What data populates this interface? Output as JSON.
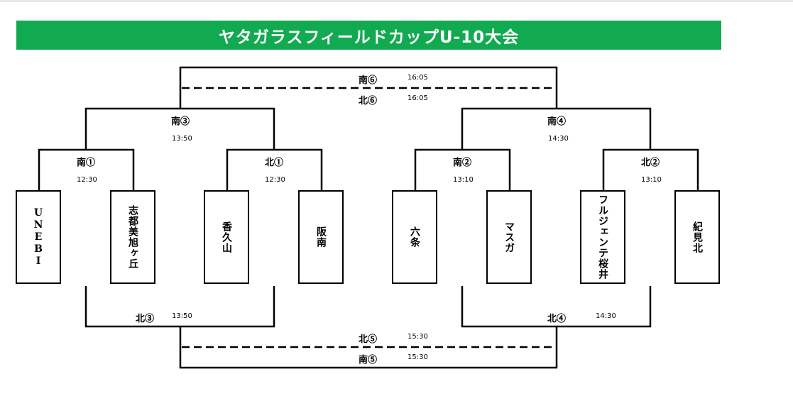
{
  "title": "ヤタガラスフィールドカップU-10大会",
  "teams": [
    "UNEBI",
    "志都美旭ヶ丘",
    "香久山",
    "阪南",
    "六条",
    "マスガ",
    "フルジェンテ桜井",
    "紀見北"
  ],
  "matches": {
    "s1": {
      "label": "南①",
      "time": "12:30"
    },
    "n1": {
      "label": "北①",
      "time": "12:30"
    },
    "s2": {
      "label": "南②",
      "time": "13:10"
    },
    "n2": {
      "label": "北②",
      "time": "13:10"
    },
    "s3": {
      "label": "南③",
      "time": "13:50"
    },
    "n3": {
      "label": "北③",
      "time": "13:50"
    },
    "s4": {
      "label": "南④",
      "time": "14:30"
    },
    "n4": {
      "label": "北④",
      "time": "14:30"
    },
    "n5": {
      "label": "北⑤",
      "time": "15:30"
    },
    "s5": {
      "label": "南⑤",
      "time": "15:30"
    },
    "s6": {
      "label": "南⑥",
      "time": "16:05"
    },
    "n6": {
      "label": "北⑥",
      "time": "16:05"
    }
  },
  "colors": {
    "banner": "#12aa50",
    "banner_text": "#ffffff",
    "line": "#000000"
  }
}
